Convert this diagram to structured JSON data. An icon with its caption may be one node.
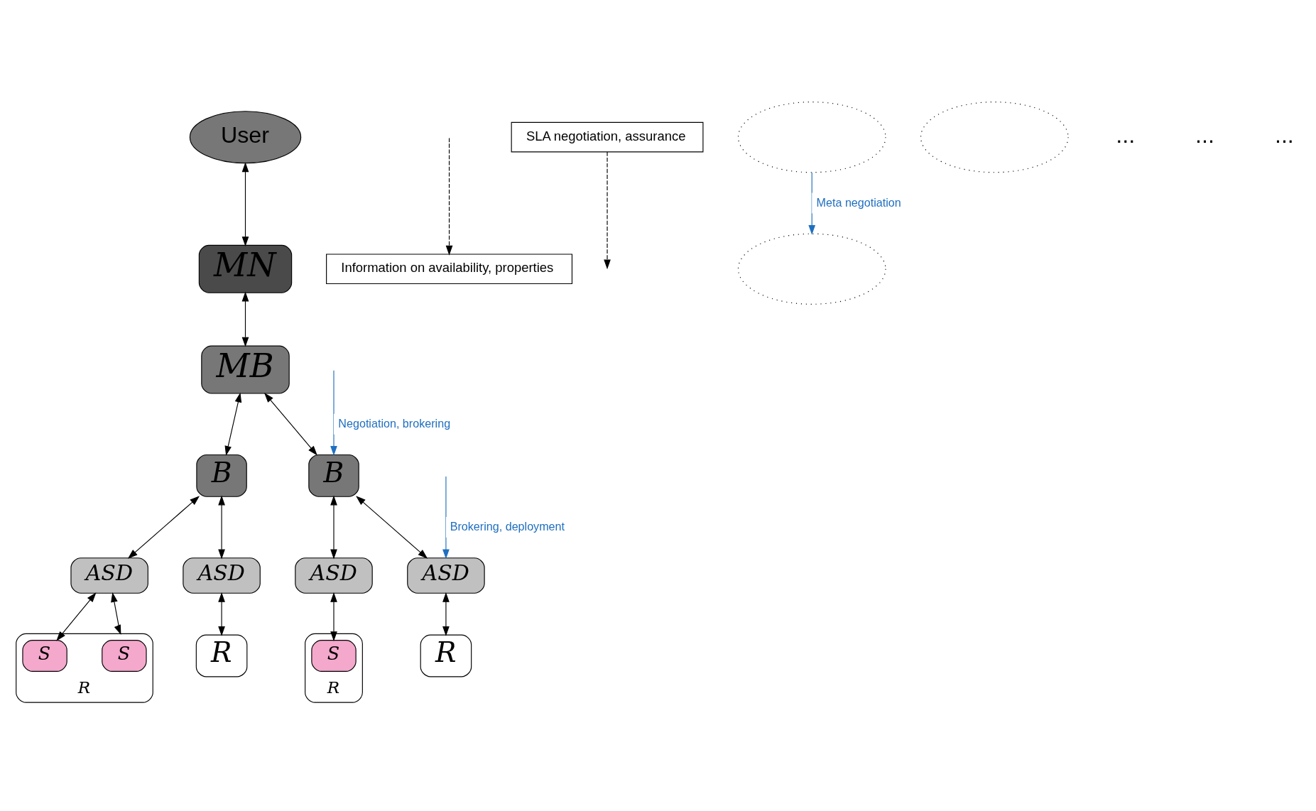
{
  "diagram": {
    "nodes": [
      {
        "text": [
          "User"
        ]
      },
      {
        "text": [
          "MN"
        ]
      },
      {
        "text": [
          "MB"
        ]
      },
      {
        "text": [
          "B"
        ]
      },
      {
        "text": [
          "B"
        ]
      },
      {
        "text": [
          "ASD"
        ]
      },
      {
        "text": [
          "ASD"
        ]
      },
      {
        "text": [
          "ASD"
        ]
      },
      {
        "text": [
          "ASD"
        ]
      },
      {
        "text": [
          "R"
        ]
      },
      {
        "text": [
          "S"
        ],
        "in": 9
      },
      {
        "text": [
          "S"
        ],
        "in": 9
      },
      {
        "text": [
          "R"
        ]
      },
      {
        "text": [
          "R"
        ]
      },
      {
        "text": [
          "S"
        ],
        "in": 13
      },
      {
        "text": [
          "R"
        ]
      },
      {
        "text": [
          "Information on availability, properties"
        ]
      },
      {
        "text": [
          "SLA negotiation, assurance"
        ]
      },
      {
        "text": [],
        "shape": "ellipse"
      },
      {
        "text": [],
        "shape": "ellipse"
      },
      {
        "text": [],
        "shape": "ellipse"
      }
    ],
    "edges": [
      {
        "from": 0,
        "to": 1,
        "arrow": "both"
      },
      {
        "from": 1,
        "to": 2,
        "arrow": "both"
      },
      {
        "from": 2,
        "to": 3,
        "arrow": "both"
      },
      {
        "from": 2,
        "to": 4,
        "arrow": "both"
      },
      {
        "from": 3,
        "to": 5,
        "arrow": "both"
      },
      {
        "from": 3,
        "to": 6,
        "arrow": "both"
      },
      {
        "from": 4,
        "to": 7,
        "arrow": "both"
      },
      {
        "from": 4,
        "to": 8,
        "arrow": "both"
      },
      {
        "from": 5,
        "to": 10,
        "arrow": "both"
      },
      {
        "from": 5,
        "to": 9,
        "arrow": "both"
      },
      {
        "from": 6,
        "to": 12,
        "arrow": "both"
      },
      {
        "from": 7,
        "to": 14,
        "arrow": "both"
      },
      {
        "from": 8,
        "to": 15,
        "arrow": "both"
      },
      {
        "from": 18,
        "to": 19,
        "arrow": "to",
        "label": "Meta negotiation",
        "color": "#1f6fc0"
      },
      {
        "from": null,
        "to": 4,
        "arrow": "to",
        "label": "Negotiation, brokering",
        "color": "#1f6fc0"
      },
      {
        "from": null,
        "to": 8,
        "arrow": "to",
        "label": "Brokering, deployment",
        "color": "#1f6fc0"
      },
      {
        "from": null,
        "to": 16,
        "arrow": "to",
        "style": "dashed"
      },
      {
        "from": 17,
        "to": null,
        "arrow": "to",
        "style": "dashed"
      }
    ],
    "labels": [
      "...",
      "...",
      "..."
    ]
  }
}
